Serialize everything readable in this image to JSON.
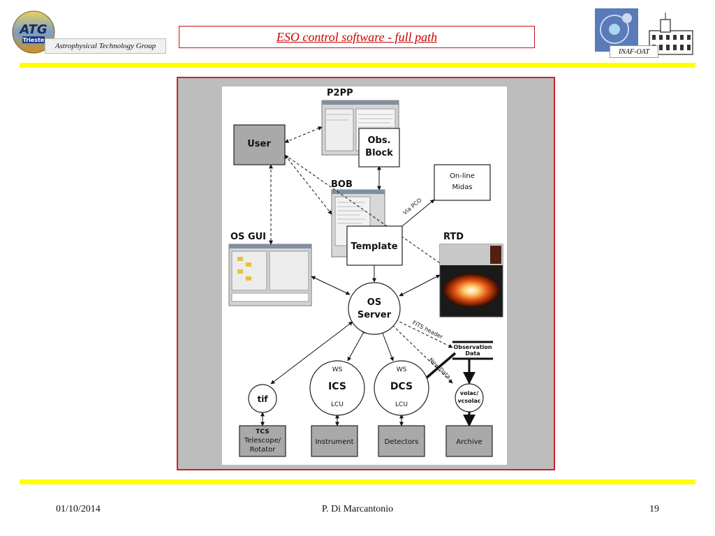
{
  "header": {
    "logo_text": "ATG",
    "logo_subtext": "Trieste",
    "group_label": "Astrophysical Technology Group",
    "title": "ESO control software - full path",
    "inaf_label": "INAF-OAT"
  },
  "diagram": {
    "nodes": {
      "user": "User",
      "obs_block": [
        "Obs.",
        "Block"
      ],
      "online_midas": [
        "On-line",
        "Midas"
      ],
      "template": "Template",
      "os_server": [
        "OS",
        "Server"
      ],
      "tif": "tif",
      "ics": {
        "top": "WS",
        "main": "ICS",
        "bottom": "LCU"
      },
      "dcs": {
        "top": "WS",
        "main": "DCS",
        "bottom": "LCU"
      },
      "volac": [
        "volac/",
        "vcsolac"
      ],
      "tcs": [
        "TCS",
        "Telescope/",
        "Rotator"
      ],
      "instrument": "Instrument",
      "detectors": "Detectors",
      "archive": "Archive",
      "observation_data": [
        "Observation",
        "Data"
      ]
    },
    "screenshot_labels": {
      "p2pp": "P2PP",
      "bob": "BOB",
      "os_gui": "OS GUI",
      "rtd": "RTD"
    },
    "edge_labels": {
      "via_pco": "Via PCO",
      "fits_header": "FITS header",
      "new_data": "New Data"
    }
  },
  "footer": {
    "date": "01/10/2014",
    "author": "P. Di Marcantonio",
    "page": "19"
  },
  "colors": {
    "title_red": "#cc0000",
    "frame_red": "#cc2222",
    "yellow_bar": "#ffff00",
    "box_gray": "#a9a9a9"
  }
}
